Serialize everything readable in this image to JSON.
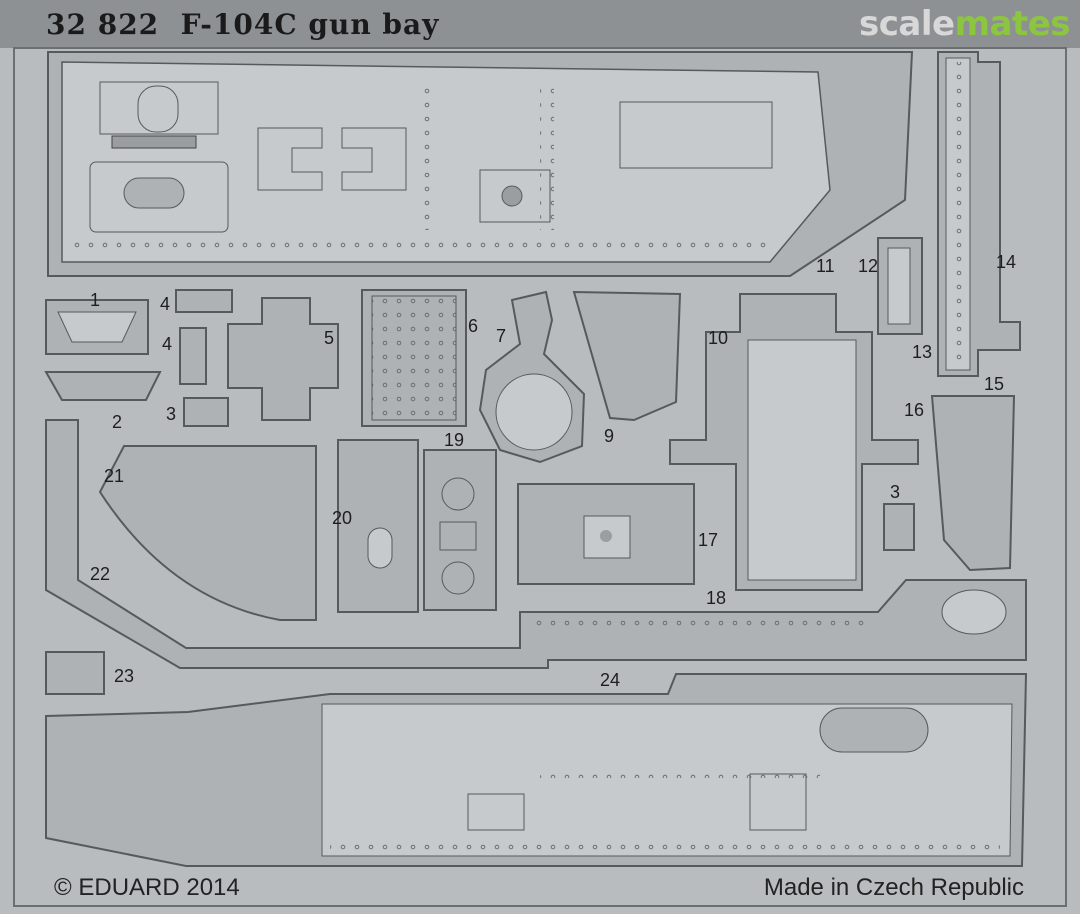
{
  "header": {
    "title": "32 822  F-104C gun bay",
    "brand_part1": "scale",
    "brand_part2": "mates"
  },
  "footer": {
    "copyright": "© EDUARD 2014",
    "origin": "Made in Czech Republic"
  },
  "part_numbers": [
    "1",
    "2",
    "3",
    "4",
    "4",
    "5",
    "6",
    "7",
    "9",
    "10",
    "11",
    "12",
    "13",
    "14",
    "15",
    "16",
    "17",
    "18",
    "19",
    "20",
    "21",
    "22",
    "23",
    "24",
    "3"
  ],
  "colors": {
    "fret_bg": "#b9bcbf",
    "outline": "#555a5e",
    "panel_fill": "#c7cacd",
    "header_bg": "#8e9194",
    "brand_green": "#8cc63f"
  }
}
